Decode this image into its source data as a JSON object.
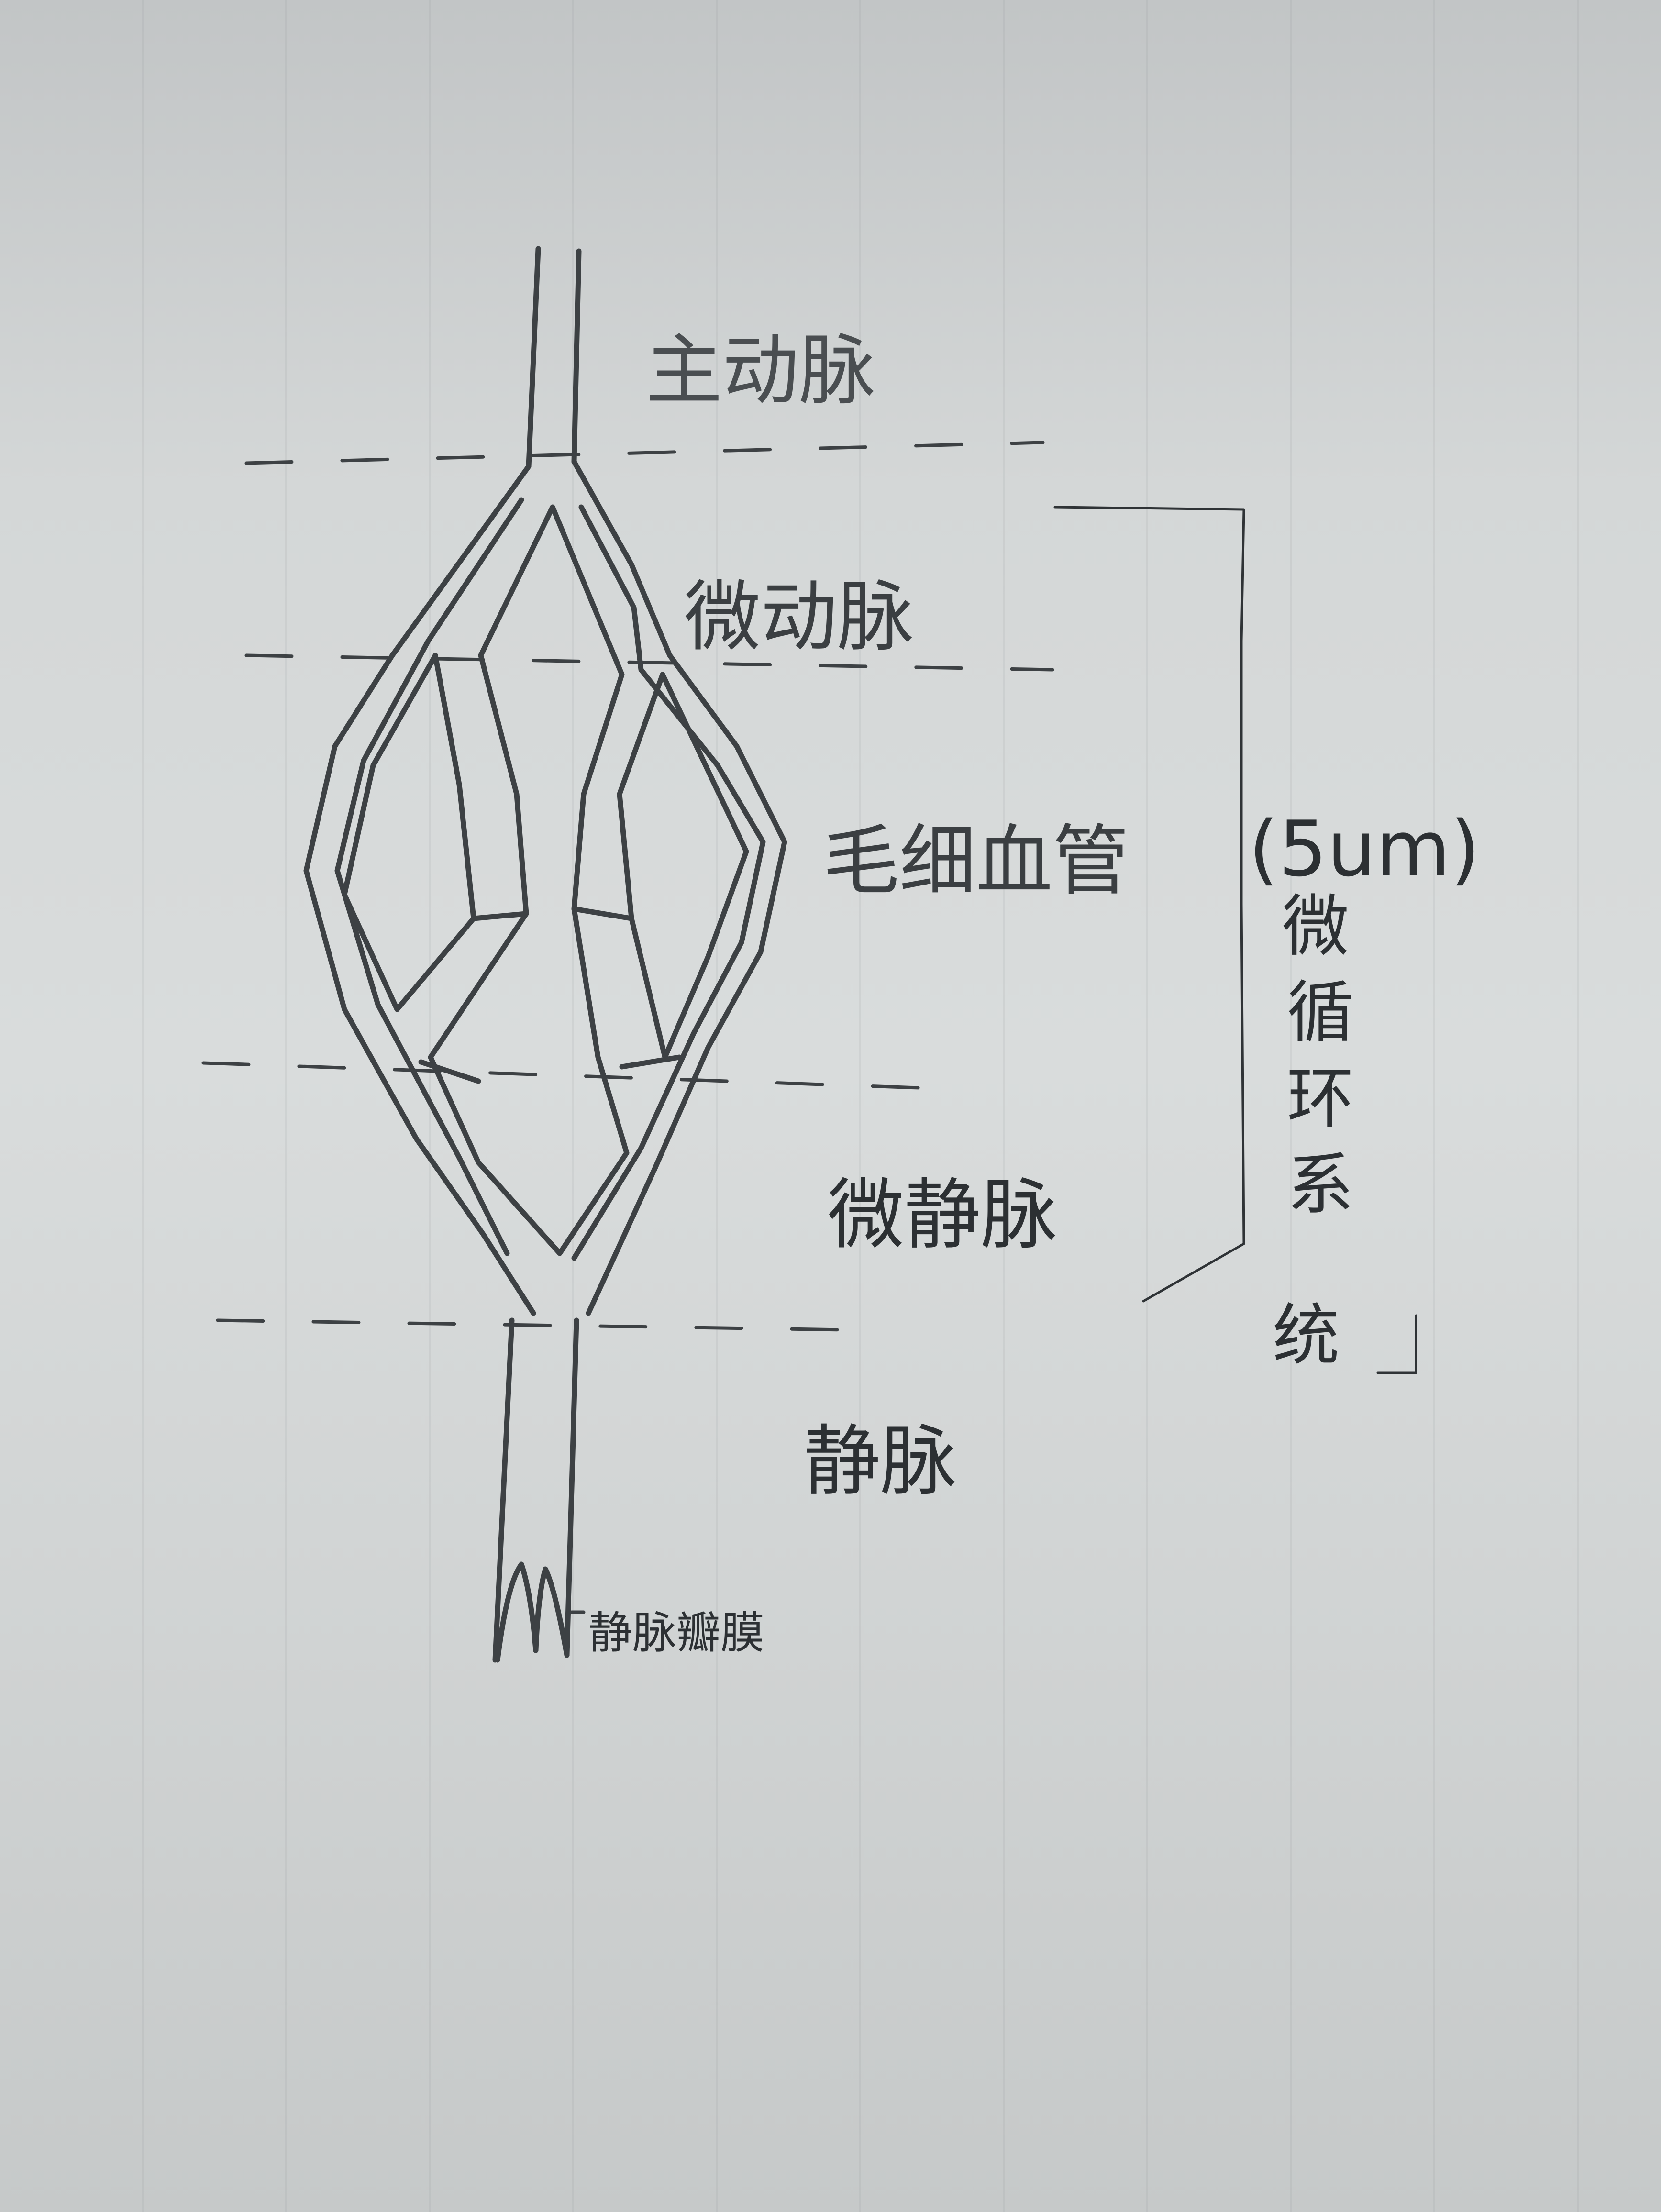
{
  "labels": {
    "aorta": "主动脉",
    "arteriole": "微动脉",
    "capillary": "毛细血管",
    "venule": "微静脉",
    "vein": "静脉",
    "venous_valve": "静脉瓣膜",
    "size_note": "(5um)",
    "system": [
      "微",
      "循",
      "环",
      "系",
      "统"
    ]
  },
  "colors": {
    "pencil": "#3d4144",
    "paper": "#d4d7d7"
  }
}
